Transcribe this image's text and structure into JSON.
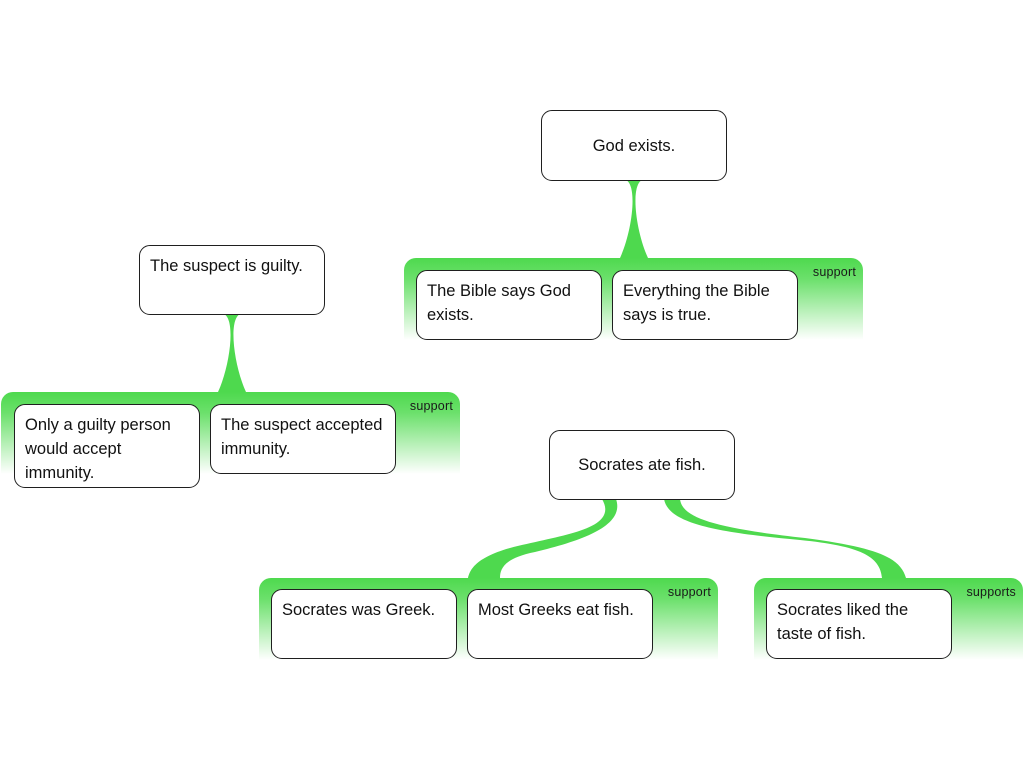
{
  "arguments": [
    {
      "claim": "God exists.",
      "reason_groups": [
        {
          "label": "support",
          "premises": [
            "The Bible says God exists.",
            "Everything the Bible says is true."
          ]
        }
      ]
    },
    {
      "claim": "The suspect is guilty.",
      "reason_groups": [
        {
          "label": "support",
          "premises": [
            "Only a guilty person would accept immunity.",
            "The suspect accepted immunity."
          ]
        }
      ]
    },
    {
      "claim": "Socrates ate fish.",
      "reason_groups": [
        {
          "label": "support",
          "premises": [
            "Socrates was Greek.",
            "Most Greeks eat fish."
          ]
        },
        {
          "label": "supports",
          "premises": [
            "Socrates liked the taste of fish."
          ]
        }
      ]
    }
  ],
  "colors": {
    "reason_green": "#4ed94e",
    "box_border": "#1f1f1f",
    "background": "#ffffff"
  }
}
